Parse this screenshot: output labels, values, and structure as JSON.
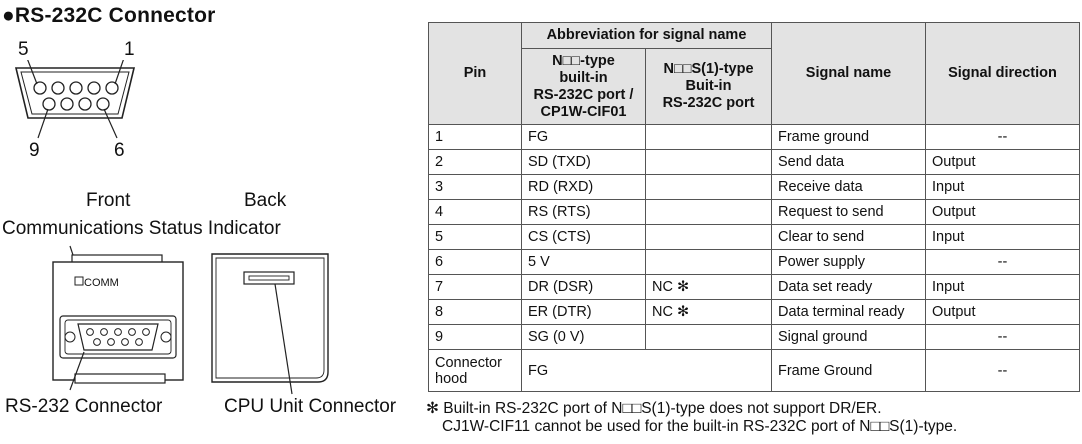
{
  "title": "●RS-232C Connector",
  "connector_pins": {
    "tl": "5",
    "tr": "1",
    "bl": "9",
    "br": "6"
  },
  "labels": {
    "front": "Front",
    "back": "Back",
    "status_indicator": "Communications Status Indicator",
    "comm": "COMM",
    "rs232_connector": "RS-232 Connector",
    "cpu_unit_connector": "CPU Unit Connector"
  },
  "table": {
    "headers": {
      "pin": "Pin",
      "abbrev_group": "Abbreviation for signal name",
      "abbrev_col1": [
        "N□□-type",
        "built-in",
        "RS-232C port /",
        "CP1W-CIF01"
      ],
      "abbrev_col2": [
        "N□□S(1)-type",
        "Buit-in",
        "RS-232C port"
      ],
      "signal_name": "Signal name",
      "signal_direction": "Signal direction"
    },
    "rows": [
      {
        "pin": "1",
        "abbr1": "FG",
        "abbr2": "",
        "name": "Frame ground",
        "dir": "--",
        "center": true
      },
      {
        "pin": "2",
        "abbr1": "SD (TXD)",
        "abbr2": "",
        "name": "Send data",
        "dir": "Output",
        "center": false
      },
      {
        "pin": "3",
        "abbr1": "RD (RXD)",
        "abbr2": "",
        "name": "Receive data",
        "dir": "Input",
        "center": false
      },
      {
        "pin": "4",
        "abbr1": "RS (RTS)",
        "abbr2": "",
        "name": "Request to send",
        "dir": "Output",
        "center": false
      },
      {
        "pin": "5",
        "abbr1": "CS (CTS)",
        "abbr2": "",
        "name": "Clear to send",
        "dir": "Input",
        "center": false
      },
      {
        "pin": "6",
        "abbr1": "5 V",
        "abbr2": "",
        "name": "Power supply",
        "dir": "--",
        "center": true
      },
      {
        "pin": "7",
        "abbr1": "DR (DSR)",
        "abbr2": "NC ✻",
        "name": "Data set ready",
        "dir": "Input",
        "center": false
      },
      {
        "pin": "8",
        "abbr1": "ER (DTR)",
        "abbr2": "NC ✻",
        "name": "Data terminal ready",
        "dir": "Output",
        "center": false
      },
      {
        "pin": "9",
        "abbr1": "SG (0 V)",
        "abbr2": "",
        "name": "Signal ground",
        "dir": "--",
        "center": true
      }
    ],
    "hood": {
      "pin": [
        "Connector",
        "hood"
      ],
      "abbr": "FG",
      "name": "Frame Ground",
      "dir": "--"
    }
  },
  "notes": [
    "✻ Built-in RS-232C port of N□□S(1)-type does not support DR/ER.",
    "CJ1W-CIF11 cannot be used for the built-in RS-232C port of N□□S(1)-type."
  ]
}
